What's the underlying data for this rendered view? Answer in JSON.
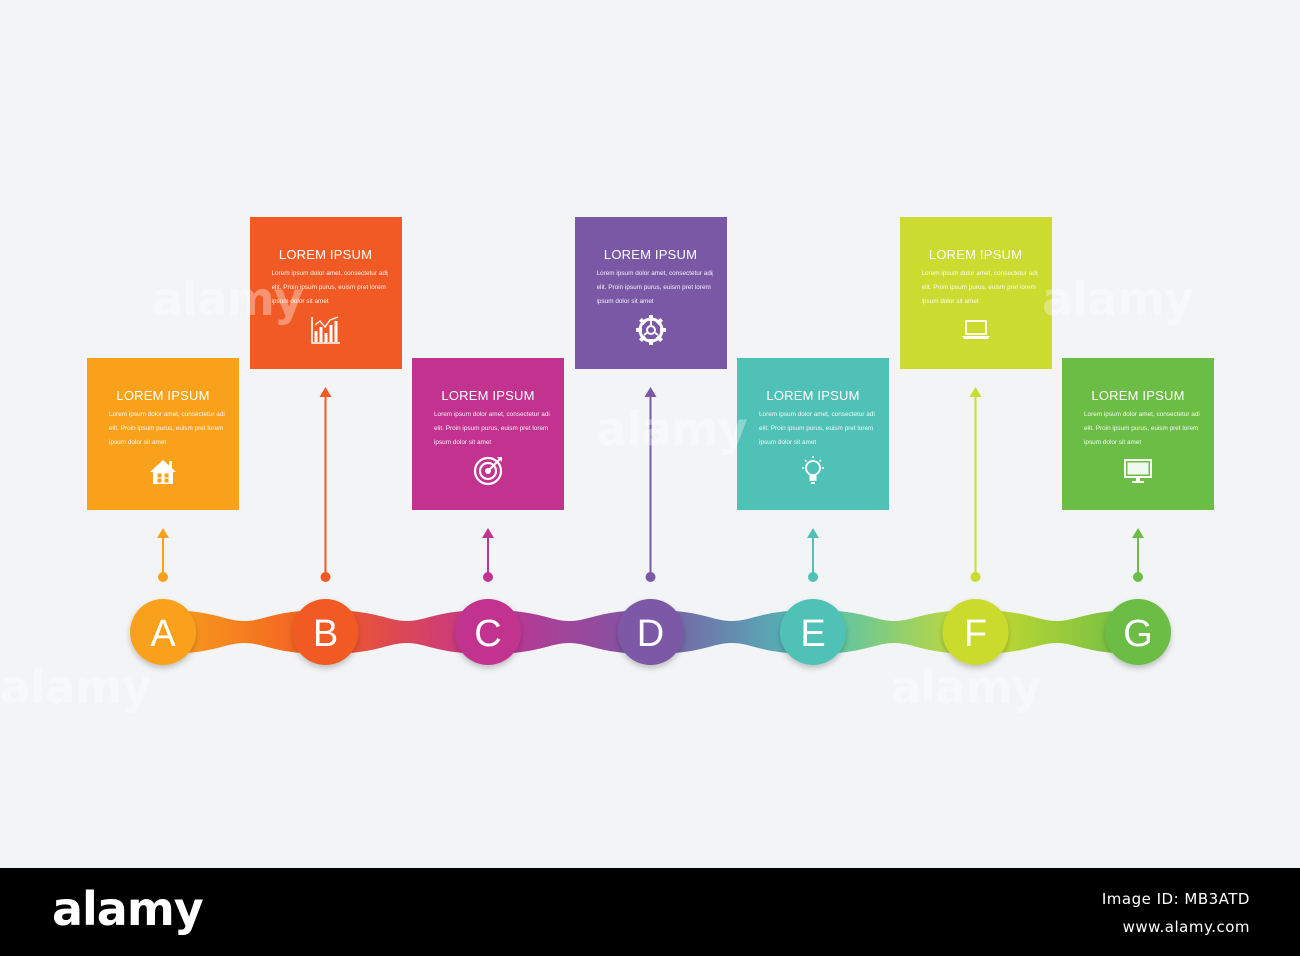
{
  "steps": [
    {
      "letter": "A",
      "title": "LOREM IPSUM",
      "color": "#f9a11b",
      "icon": "home-icon",
      "position": "low",
      "body": [
        "Lorem ipsum dolor amet, consectetur adipi",
        "elit. Proin ipsum purus, euism pret lorem",
        "ipsum dolor sit amet"
      ]
    },
    {
      "letter": "B",
      "title": "LOREM IPSUM",
      "color": "#f15a24",
      "icon": "chart-icon",
      "position": "high",
      "body": [
        "Lorem ipsum dolor amet, consectetur adipi",
        "elit. Proin ipsum purus, euism pret lorem",
        "ipsum dolor sit amet"
      ]
    },
    {
      "letter": "C",
      "title": "LOREM IPSUM",
      "color": "#c2338f",
      "icon": "target-icon",
      "position": "low",
      "body": [
        "Lorem ipsum dolor amet, consectetur adipi",
        "elit. Proin ipsum purus, euism pret lorem",
        "ipsum dolor sit amet"
      ]
    },
    {
      "letter": "D",
      "title": "LOREM IPSUM",
      "color": "#7b58a6",
      "icon": "gear-icon",
      "position": "high",
      "body": [
        "Lorem ipsum dolor amet, consectetur adipi",
        "elit. Proin ipsum purus, euism pret lorem",
        "ipsum dolor sit amet"
      ]
    },
    {
      "letter": "E",
      "title": "LOREM IPSUM",
      "color": "#4fc1b7",
      "icon": "lightbulb-icon",
      "position": "low",
      "body": [
        "Lorem ipsum dolor amet, consectetur adipi",
        "elit. Proin ipsum purus, euism pret lorem",
        "ipsum dolor sit amet"
      ]
    },
    {
      "letter": "F",
      "title": "LOREM IPSUM",
      "color": "#cbdb2f",
      "icon": "laptop-icon",
      "position": "high",
      "body": [
        "Lorem ipsum dolor amet, consectetur adipi",
        "elit. Proin ipsum purus, euism pret lorem",
        "ipsum dolor sit amet"
      ]
    },
    {
      "letter": "G",
      "title": "LOREM IPSUM",
      "color": "#6cbd45",
      "icon": "monitor-icon",
      "position": "low",
      "body": [
        "Lorem ipsum dolor amet, consectetur adipi",
        "elit. Proin ipsum purus, euism pret lorem",
        "ipsum dolor sit amet"
      ]
    }
  ],
  "footer": {
    "brand": "alamy",
    "image_id": "Image ID: MB3ATD",
    "site": "www.alamy.com"
  },
  "watermark": "alamy"
}
